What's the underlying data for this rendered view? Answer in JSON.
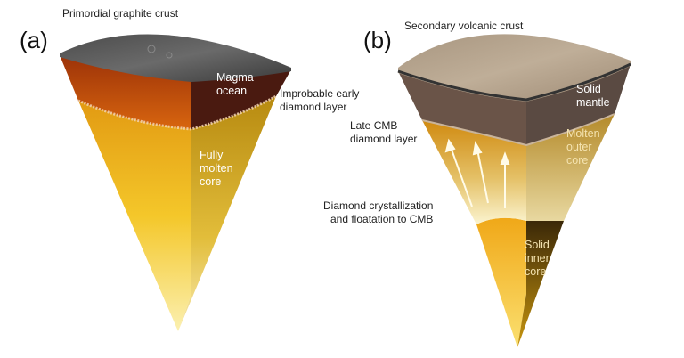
{
  "panel_a": {
    "panel_label": "(a)",
    "crust_label": "Primordial graphite crust",
    "magma_label": [
      "Magma",
      "ocean"
    ],
    "diamond_label": [
      "Improbable early",
      "diamond layer"
    ],
    "core_label": [
      "Fully",
      "molten",
      "core"
    ]
  },
  "panel_b": {
    "panel_label": "(b)",
    "crust_label": "Secondary volcanic crust",
    "mantle_label": [
      "Solid",
      "mantle"
    ],
    "cmb_label": [
      "Late CMB",
      "diamond layer"
    ],
    "outer_core_label": [
      "Molten",
      "outer",
      "core"
    ],
    "crystallization_label": [
      "Diamond crystallization",
      "and floatation to CMB"
    ],
    "inner_core_label": [
      "Solid",
      "inner",
      "core"
    ]
  }
}
